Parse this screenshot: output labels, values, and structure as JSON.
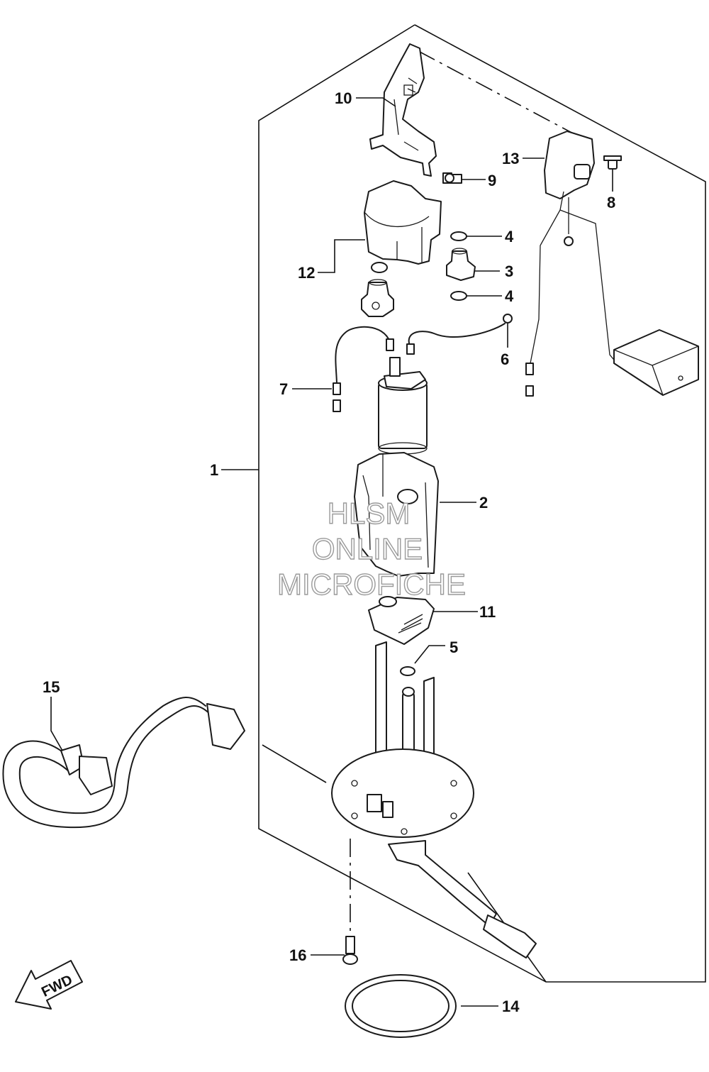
{
  "callouts": {
    "c1": "1",
    "c2": "2",
    "c3": "3",
    "c4a": "4",
    "c4b": "4",
    "c5": "5",
    "c6": "6",
    "c7": "7",
    "c8": "8",
    "c9": "9",
    "c10": "10",
    "c11": "11",
    "c12": "12",
    "c13": "13",
    "c14": "14",
    "c15": "15",
    "c16": "16"
  },
  "watermark": {
    "line1": "HLSM",
    "line2": "ONLINE",
    "line3": "MICROFICHE"
  },
  "direction": {
    "label": "FWD"
  }
}
